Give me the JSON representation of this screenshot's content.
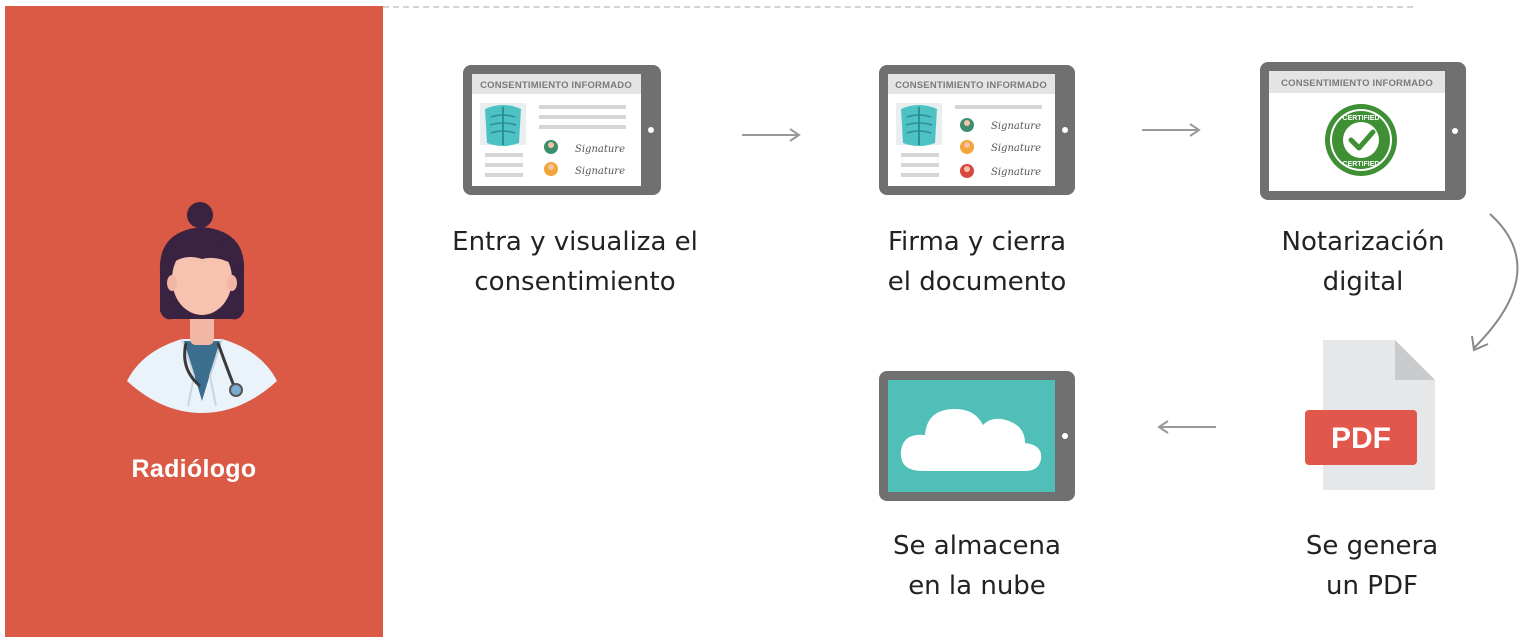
{
  "role": {
    "label": "Radiólogo"
  },
  "document_header": "CONSENTIMIENTO INFORMADO",
  "signature_text": "Signature",
  "steps": [
    {
      "line1": "Entra y visualiza el",
      "line2": "consentimiento"
    },
    {
      "line1": "Firma y cierra",
      "line2": "el documento"
    },
    {
      "line1": "Notarización",
      "line2": "digital"
    },
    {
      "line1": "Se genera",
      "line2": "un PDF"
    },
    {
      "line1": "Se almacena",
      "line2": "en la nube"
    }
  ],
  "badge": {
    "top_text": "CERTIFIED",
    "bottom_text": "CERTIFIED"
  },
  "pdf_label": "PDF",
  "colors": {
    "sidebar": "#db5a45",
    "tablet_frame": "#707070",
    "cloud_screen": "#4fbfb8",
    "badge": "#3f8f35",
    "pdf_red": "#e2574c"
  }
}
